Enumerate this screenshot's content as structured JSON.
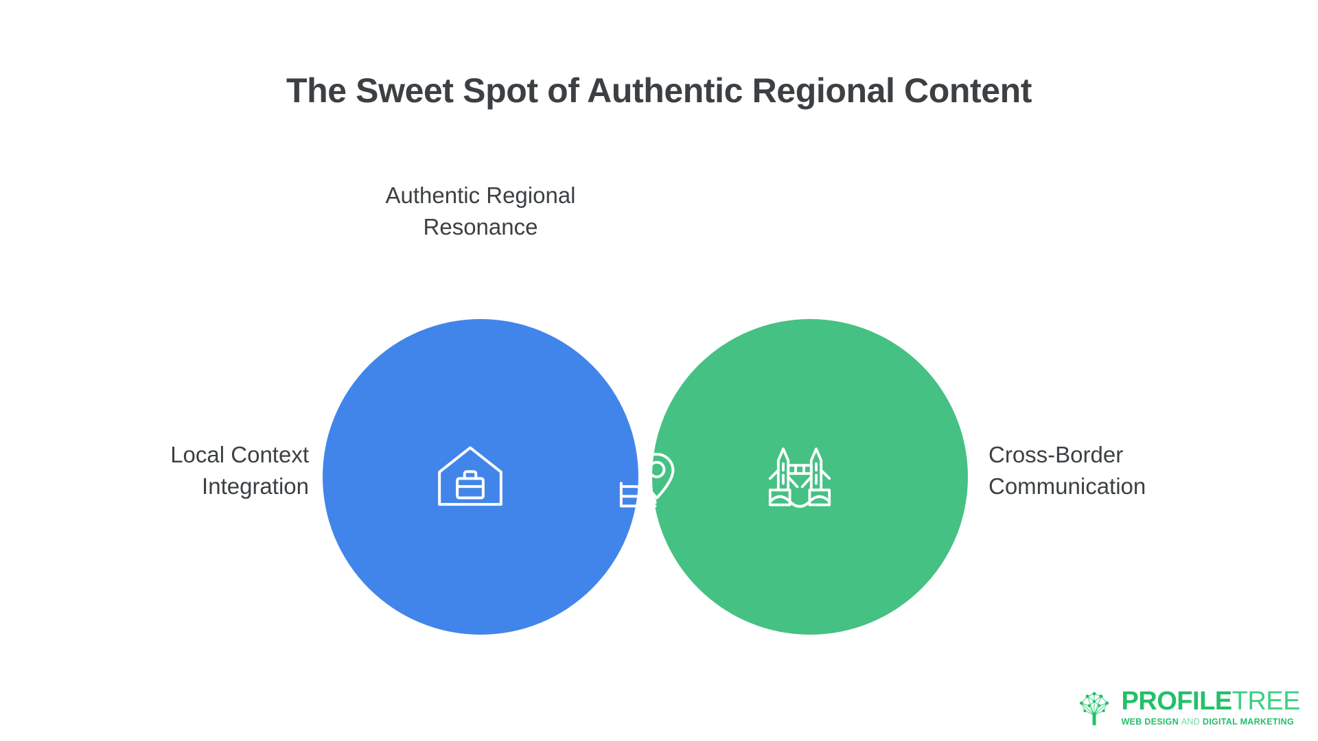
{
  "title": "The Sweet Spot of Authentic Regional Content",
  "venn": {
    "left_circle": {
      "label": "Local Context\nIntegration",
      "label_line1": "Local Context",
      "label_line2": "Integration",
      "color": "#4285ea",
      "icon": "house-briefcase-icon"
    },
    "right_circle": {
      "label": "Cross-Border\nCommunication",
      "label_line1": "Cross-Border",
      "label_line2": "Communication",
      "color": "#45c183",
      "icon": "tower-bridge-icon"
    },
    "intersection": {
      "label_line1": "Authentic Regional",
      "label_line2": "Resonance",
      "color": "#1ba7d9",
      "icon": "map-pin-location-icon"
    },
    "stroke_color": "#ffffff",
    "title_color": "#3c4043",
    "label_color": "#3c4043"
  },
  "logo": {
    "word_bold": "PROFILE",
    "word_light": "TREE",
    "tagline_strong_1": "WEB DESIGN",
    "tagline_light": "AND",
    "tagline_strong_2": "DIGITAL MARKETING",
    "mark": "network-tree-icon",
    "color_primary": "#22c06a",
    "color_secondary": "#3ecf83"
  }
}
